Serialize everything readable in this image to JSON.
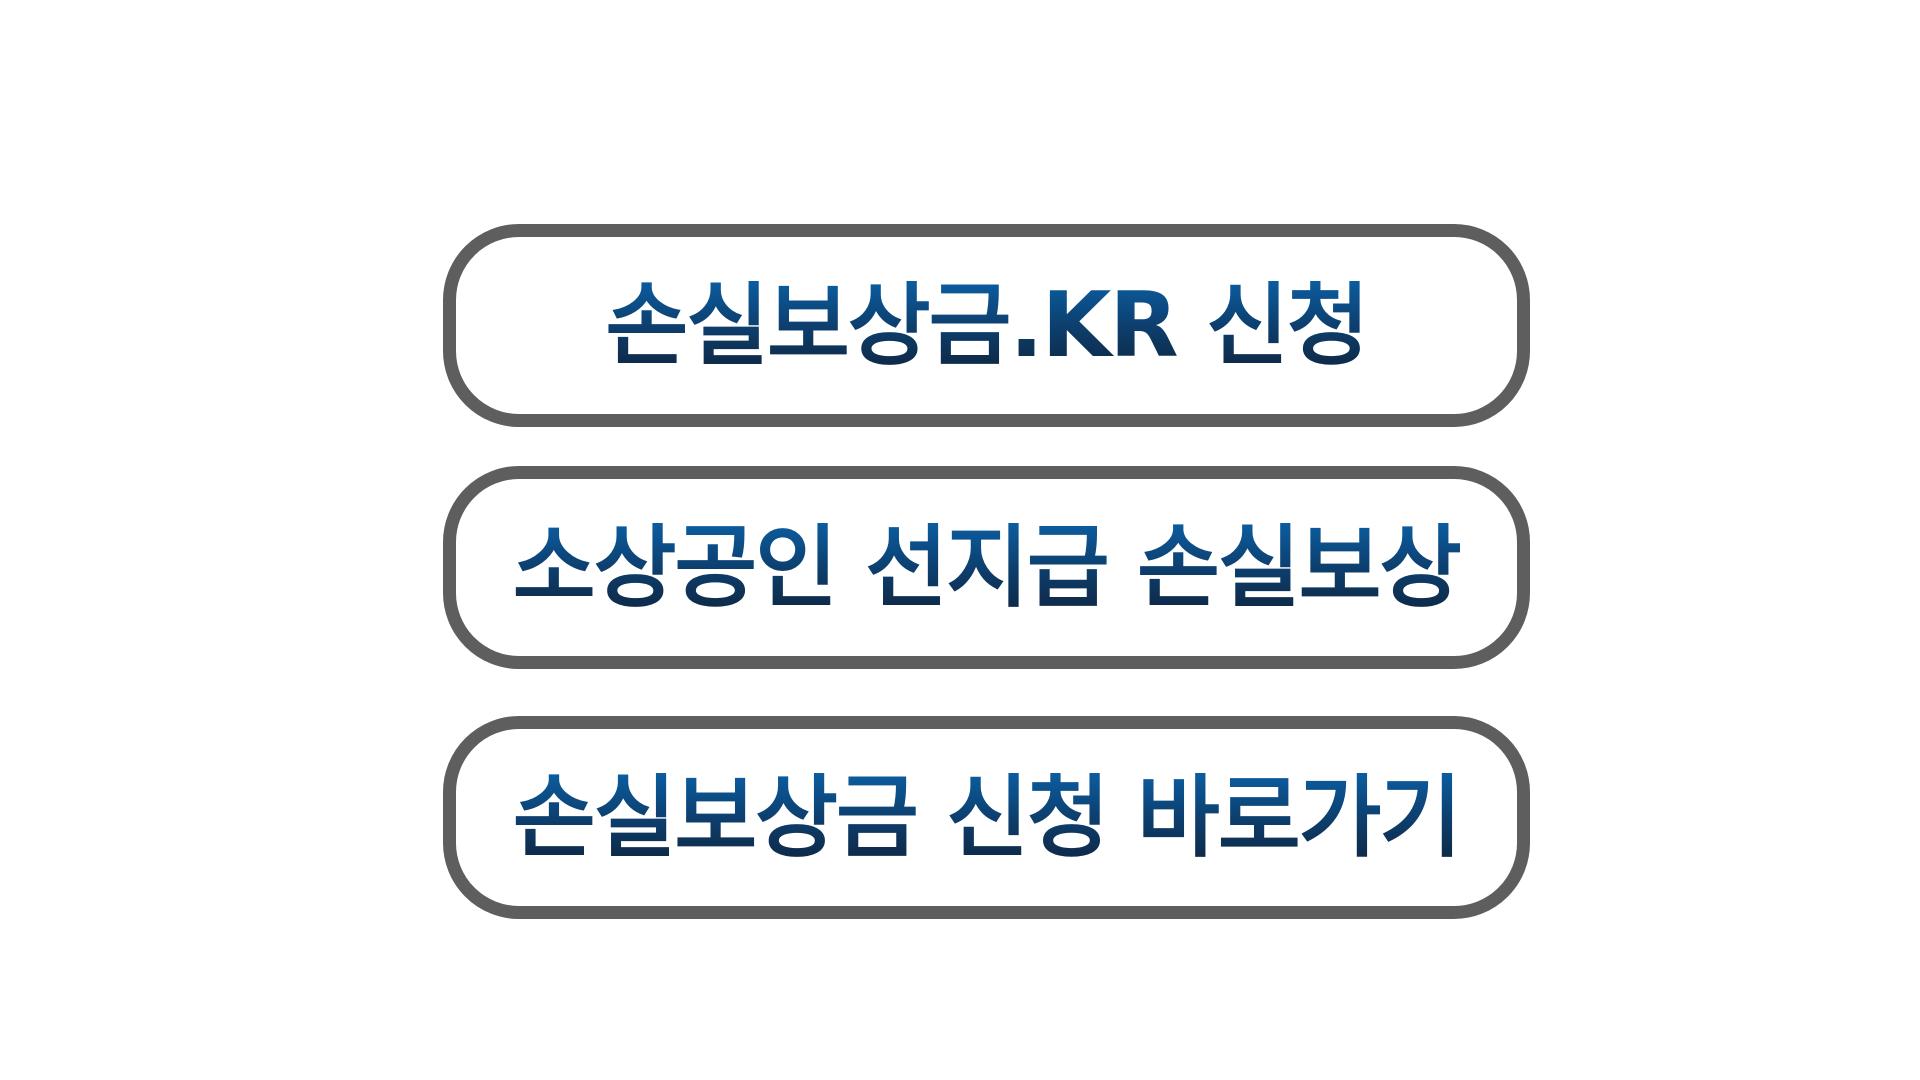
{
  "links": [
    {
      "label": "손실보상금.KR 신청"
    },
    {
      "label": "소상공인 선지급 손실보상"
    },
    {
      "label": "손실보상금 신청 바로가기"
    }
  ],
  "colors": {
    "border": "#5e5e5e",
    "text_top": "#0b5da0",
    "text_bottom": "#0e2743",
    "background": "#ffffff"
  }
}
